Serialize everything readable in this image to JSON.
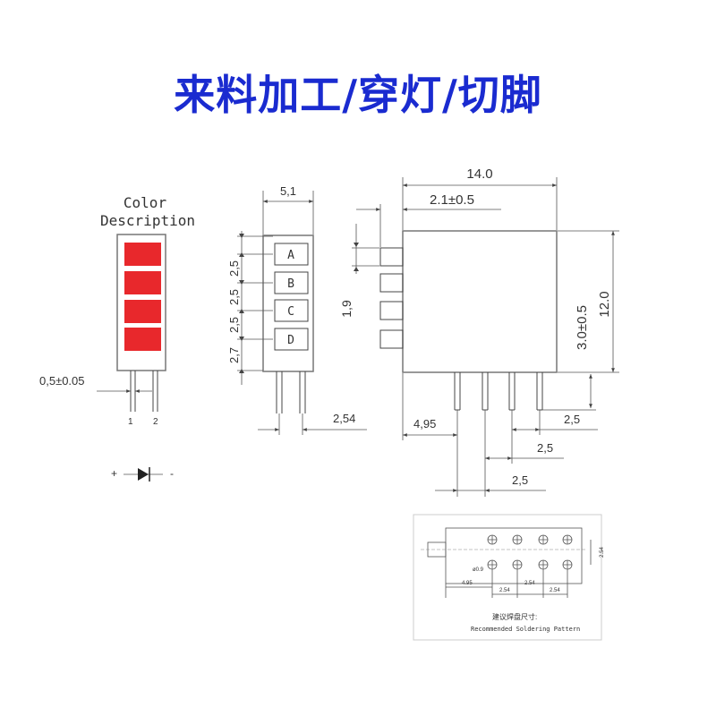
{
  "title": "来料加工/穿灯/切脚",
  "colors": {
    "title": "#1a2bd0",
    "segment": "#e8282c",
    "line": "#444444"
  },
  "color_description": {
    "line1": "Color",
    "line2": "Description",
    "pin_width": "0,5±0.05",
    "pin1": "1",
    "pin2": "2",
    "polarity_plus": "+",
    "polarity_minus": "-"
  },
  "front_view": {
    "width": "5,1",
    "segments": [
      "A",
      "B",
      "C",
      "D"
    ],
    "pitch_dims": [
      "2,5",
      "2,5",
      "2,5",
      "2,7"
    ],
    "pin_pitch": "2,54"
  },
  "side_view": {
    "length": "14.0",
    "offset": "2.1±0.5",
    "lead_height": "1,9",
    "height": "12.0",
    "pin_height": "3.0±0.5",
    "first_pin": "4,95",
    "pitch_1": "2,5",
    "pitch_2": "2,5",
    "pitch_3": "2,5"
  },
  "footprint": {
    "hole_dia": "ø0.9",
    "row_pitch": "2.54",
    "first": "4.95",
    "pitches": [
      "2.54",
      "2.54",
      "2.54"
    ],
    "caption_cn": "建议焊盘尺寸:",
    "caption_en": "Recommended Soldering Pattern"
  }
}
